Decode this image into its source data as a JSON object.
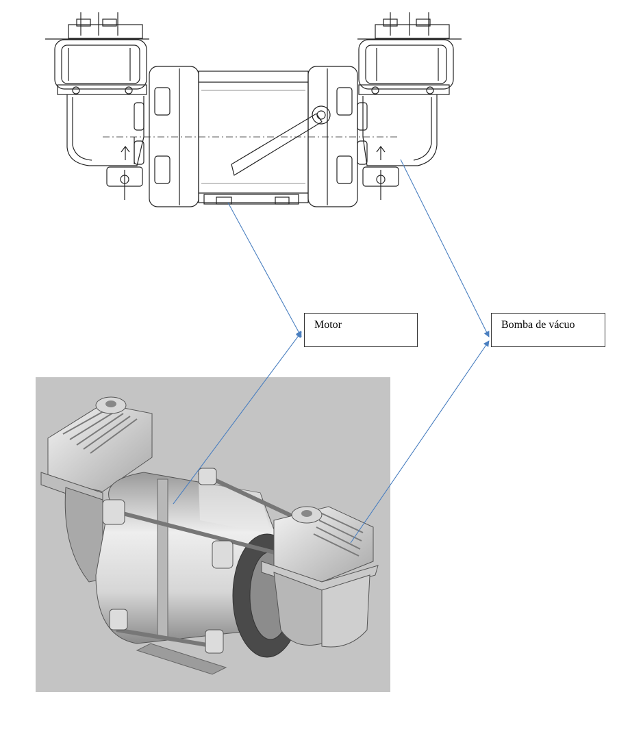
{
  "callouts": {
    "motor": "Motor",
    "vacuum_pump": "Bomba de vácuo"
  },
  "colors": {
    "leader_line": "#4a7fc0",
    "render_background": "#c4c4c4",
    "drawing_line": "#222222"
  },
  "views": {
    "top": "technical-line-drawing",
    "bottom": "3d-shaded-render"
  }
}
